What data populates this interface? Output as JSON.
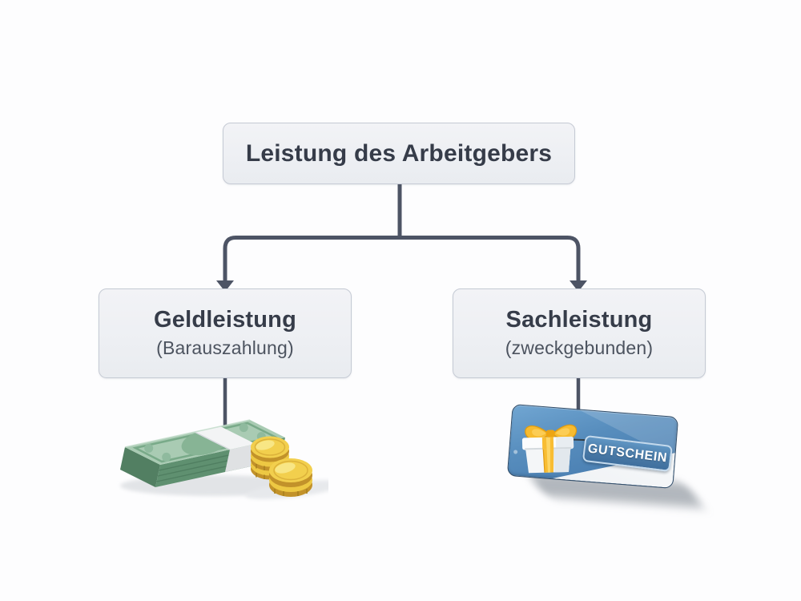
{
  "diagram": {
    "title_hint": "employer-benefit-decision-tree"
  },
  "root": {
    "title": "Leistung des Arbeitgebers"
  },
  "branches": [
    {
      "title": "Geldleistung",
      "subtitle": "(Barauszahlung)",
      "illustration": "cash-money-stack-with-coins"
    },
    {
      "title": "Sachleistung",
      "subtitle": "(zweckgebunden)",
      "illustration": "blue-gift-voucher-card",
      "voucher_label": "GUTSCHEIN"
    }
  ],
  "colors": {
    "background": "#fdfdfe",
    "box_fill": "#eff1f5",
    "box_border": "#c5cad4",
    "connector": "#4d5465",
    "title_text": "#363c49",
    "subtitle_text": "#4c535f",
    "card_blue": "#5288ba",
    "card_label_blue": "#4a7aa6",
    "banknote_green": "#a9cbb3",
    "coin_gold": "#f2cf4d"
  }
}
